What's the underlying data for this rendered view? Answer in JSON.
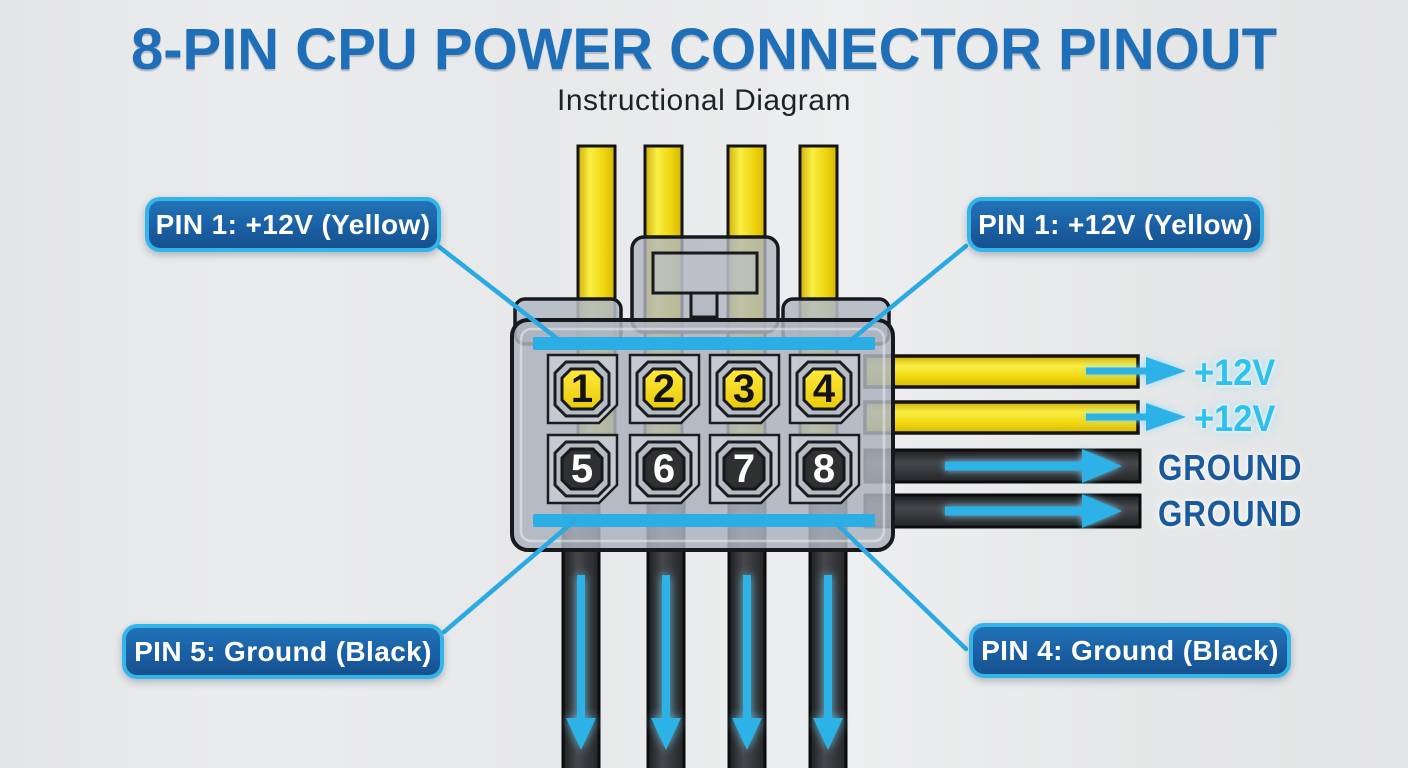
{
  "header": {
    "title": "8-PIN CPU POWER CONNECTOR PINOUT",
    "subtitle": "Instructional Diagram"
  },
  "connector": {
    "pin_numbers_top": [
      "1",
      "2",
      "3",
      "4"
    ],
    "pin_numbers_bottom": [
      "5",
      "6",
      "7",
      "8"
    ]
  },
  "callouts": {
    "top_left": "PIN 1: +12V (Yellow)",
    "top_right": "PIN 1: +12V (Yellow)",
    "bottom_left": "PIN 5: Ground (Black)",
    "bottom_right": "PIN 4: Ground (Black)"
  },
  "wire_labels": {
    "rail_12v_1": "+12V",
    "rail_12v_2": "+12V",
    "rail_ground_1": "GROUND",
    "rail_ground_2": "GROUND"
  },
  "colors": {
    "accent_cyan": "#2aabe4",
    "callout_blue": "#1b5fa4",
    "callout_border": "#34b4e9",
    "title_blue": "#1e6fb8",
    "wire_yellow": "#f2d90e",
    "wire_black": "#2f3032",
    "label_12v_text": "#2fc0ee",
    "label_ground_text": "#1a5a9c",
    "connector_gray": "#aeb5c0"
  }
}
